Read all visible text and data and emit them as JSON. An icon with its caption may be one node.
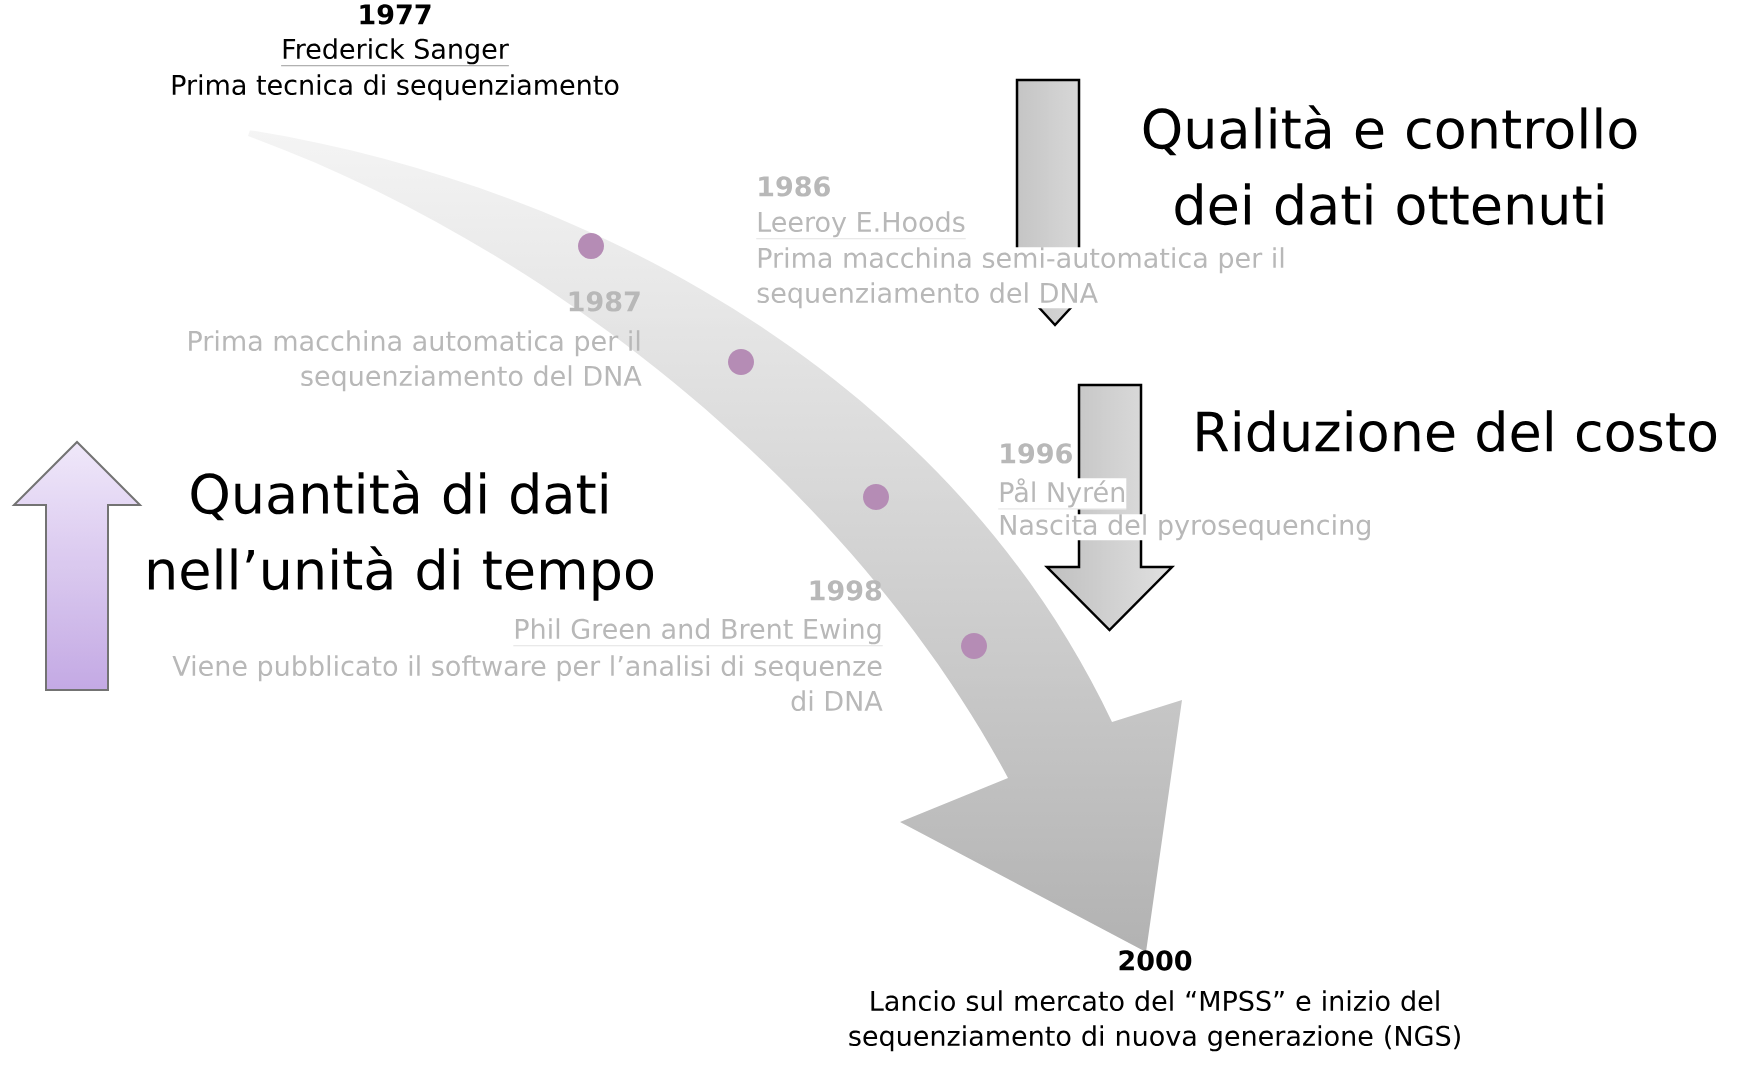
{
  "diagram": {
    "labels": [
      "1977",
      "Frederick Sanger",
      "Prima tecnica di sequenziamento",
      "Qualità e controllo dei dati ottenuti",
      "1986",
      "Leeroy E.Hoods",
      "Prima macchina semi-automatica per il sequenziamento del DNA",
      "1987",
      "Prima macchina automatica per il sequenziamento del DNA",
      "Riduzione del costo",
      "1996",
      "Pål Nyrén",
      "Nascita del pyrosequencing",
      "Quantità di dati nell’unità di tempo",
      "1998",
      "Phil Green and Brent Ewing",
      "Viene pubblicato il software per l’analisi di sequenze di DNA",
      "2000",
      "Lancio sul mercato del “MPSS” e inizio del sequenziamento di nuova generazione (NGS)"
    ]
  }
}
